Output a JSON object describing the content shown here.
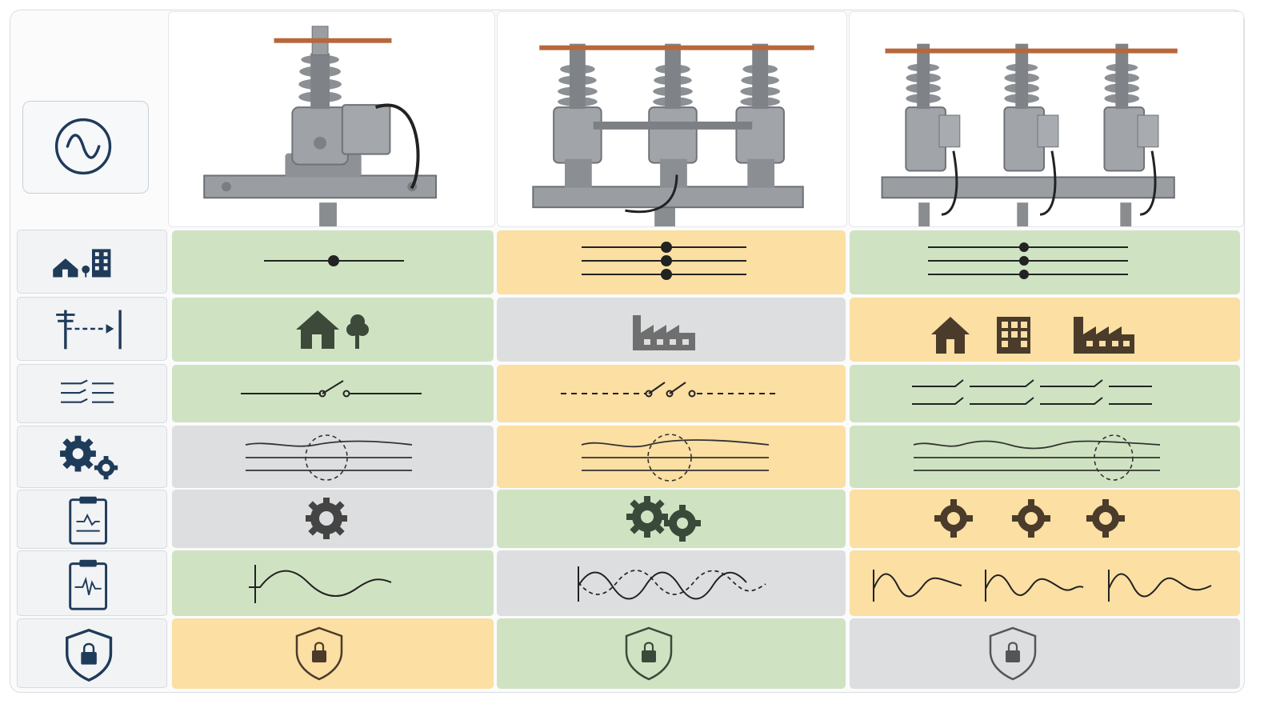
{
  "colors": {
    "good": "#cfe3c2",
    "medium": "#fbdfa3",
    "neutral": "#dddedf",
    "icon_label": "#1f3b5a",
    "icon_cell": "#3a4a3a",
    "icon_cell_dark": "#3d4a3a",
    "icon_factory_grey": "#6f6f6f",
    "line": "#222222",
    "brown": "#4a3b2a"
  },
  "legend": {
    "icon": "ac-sine-icon"
  },
  "columns": [
    {
      "image": "single-phase-recloser-photo",
      "phases": 1
    },
    {
      "image": "three-phase-ganged-recloser-photo",
      "phases": 3
    },
    {
      "image": "three-single-phase-reclosers-photo",
      "phases": 3
    }
  ],
  "rows": [
    {
      "icon": "house-and-building-icon",
      "cells": [
        {
          "level": "good",
          "symbol": "single-phase-line-icon"
        },
        {
          "level": "medium",
          "symbol": "three-phase-lines-icon"
        },
        {
          "level": "good",
          "symbol": "three-phase-lines-icon"
        }
      ]
    },
    {
      "icon": "pole-to-load-icon",
      "cells": [
        {
          "level": "good",
          "symbol": "house-and-tree-icon"
        },
        {
          "level": "neutral",
          "symbol": "factory-icon"
        },
        {
          "level": "medium",
          "symbol": "house-building-factory-icon"
        }
      ]
    },
    {
      "icon": "switching-lines-icon",
      "cells": [
        {
          "level": "good",
          "symbol": "single-switch-icon"
        },
        {
          "level": "medium",
          "symbol": "ganged-switch-icon"
        },
        {
          "level": "good",
          "symbol": "independent-switches-icon"
        }
      ]
    },
    {
      "icon": "gears-icon",
      "cells": [
        {
          "level": "neutral",
          "symbol": "fault-on-lines-icon"
        },
        {
          "level": "medium",
          "symbol": "fault-on-lines-icon"
        },
        {
          "level": "good",
          "symbol": "fault-on-lines-icon"
        }
      ]
    },
    {
      "icon": "clipboard-chart-icon",
      "cells": [
        {
          "level": "neutral",
          "symbol": "single-gear-icon"
        },
        {
          "level": "good",
          "symbol": "double-gear-icon"
        },
        {
          "level": "medium",
          "symbol": "triple-gear-icon"
        }
      ]
    },
    {
      "icon": "clipboard-waveform-icon",
      "cells": [
        {
          "level": "good",
          "symbol": "damped-wave-icon"
        },
        {
          "level": "neutral",
          "symbol": "overlapping-waves-icon"
        },
        {
          "level": "medium",
          "symbol": "three-waves-icon"
        }
      ]
    },
    {
      "icon": "shield-lock-icon",
      "cells": [
        {
          "level": "medium",
          "symbol": "shield-lock-icon"
        },
        {
          "level": "good",
          "symbol": "shield-lock-icon"
        },
        {
          "level": "neutral",
          "symbol": "shield-lock-icon"
        }
      ]
    }
  ]
}
